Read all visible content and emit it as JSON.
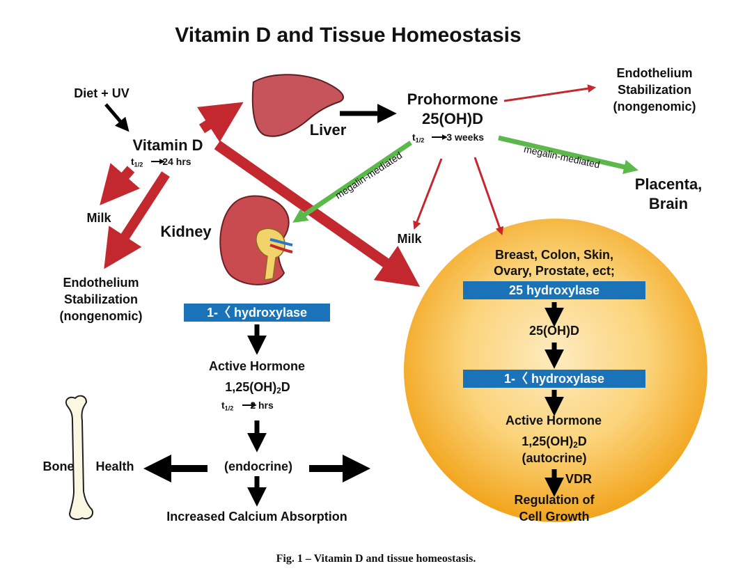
{
  "title": "Vitamin D and Tissue Homeostasis",
  "caption": "Fig. 1 – Vitamin D and tissue homeostasis.",
  "colors": {
    "red_arrow": "#c4282f",
    "green_arrow": "#5cb84a",
    "black_arrow": "#000000",
    "blue_box": "#1a73b8",
    "liver": "#c7545a",
    "kidney": "#c94a4f",
    "sphere_center": "#fdebc0",
    "sphere_edge": "#f2a41c",
    "bone": "#fbf7e3"
  },
  "labels": {
    "diet_uv": "Diet + UV",
    "vitamin_d": "Vitamin D",
    "vitd_halflife_t": "t",
    "vitd_halflife_sub": "1/2",
    "vitd_halflife_val": "24 hrs",
    "liver": "Liver",
    "prohormone": "Prohormone",
    "pro_25ohd": "25(OH)D",
    "pro_halflife_t": "t",
    "pro_halflife_sub": "1/2",
    "pro_halflife_val": "3 weeks",
    "endo_top_1": "Endothelium",
    "endo_top_2": "Stabilization",
    "endo_top_3": "(nongenomic)",
    "megalin_left": "megalin-mediated",
    "megalin_right": "megalin-mediated",
    "placenta_1": "Placenta,",
    "placenta_2": "Brain",
    "milk_left": "Milk",
    "milk_center": "Milk",
    "kidney": "Kidney",
    "endo_left_1": "Endothelium",
    "endo_left_2": "Stabilization",
    "endo_left_3": "(nongenomic)",
    "hydroxylase_kidney": "1-〈 hydroxylase",
    "active_hormone_left": "Active Hormone",
    "ahl_formula_a": "1,25(OH)",
    "ahl_formula_sub": "2",
    "ahl_formula_b": "D",
    "ahl_halflife_t": "t",
    "ahl_halflife_sub": "1/2",
    "ahl_halflife_val": "2 hrs",
    "endocrine": "(endocrine)",
    "bone": "Bone",
    "health": "Health",
    "calcium": "Increased Calcium Absorption",
    "tissues_1": "Breast, Colon, Skin,",
    "tissues_2": "Ovary, Prostate, ect;",
    "hydroxylase_25": "25 hydroxylase",
    "sphere_25ohd": "25(OH)D",
    "hydroxylase_1a": "1-〈 hydroxylase",
    "active_hormone_right": "Active Hormone",
    "ahr_formula_a": "1,25(OH)",
    "ahr_formula_sub": "2",
    "ahr_formula_b": "D",
    "autocrine": "(autocrine)",
    "vdr": "VDR",
    "regulation_1": "Regulation of",
    "regulation_2": "Cell Growth"
  }
}
